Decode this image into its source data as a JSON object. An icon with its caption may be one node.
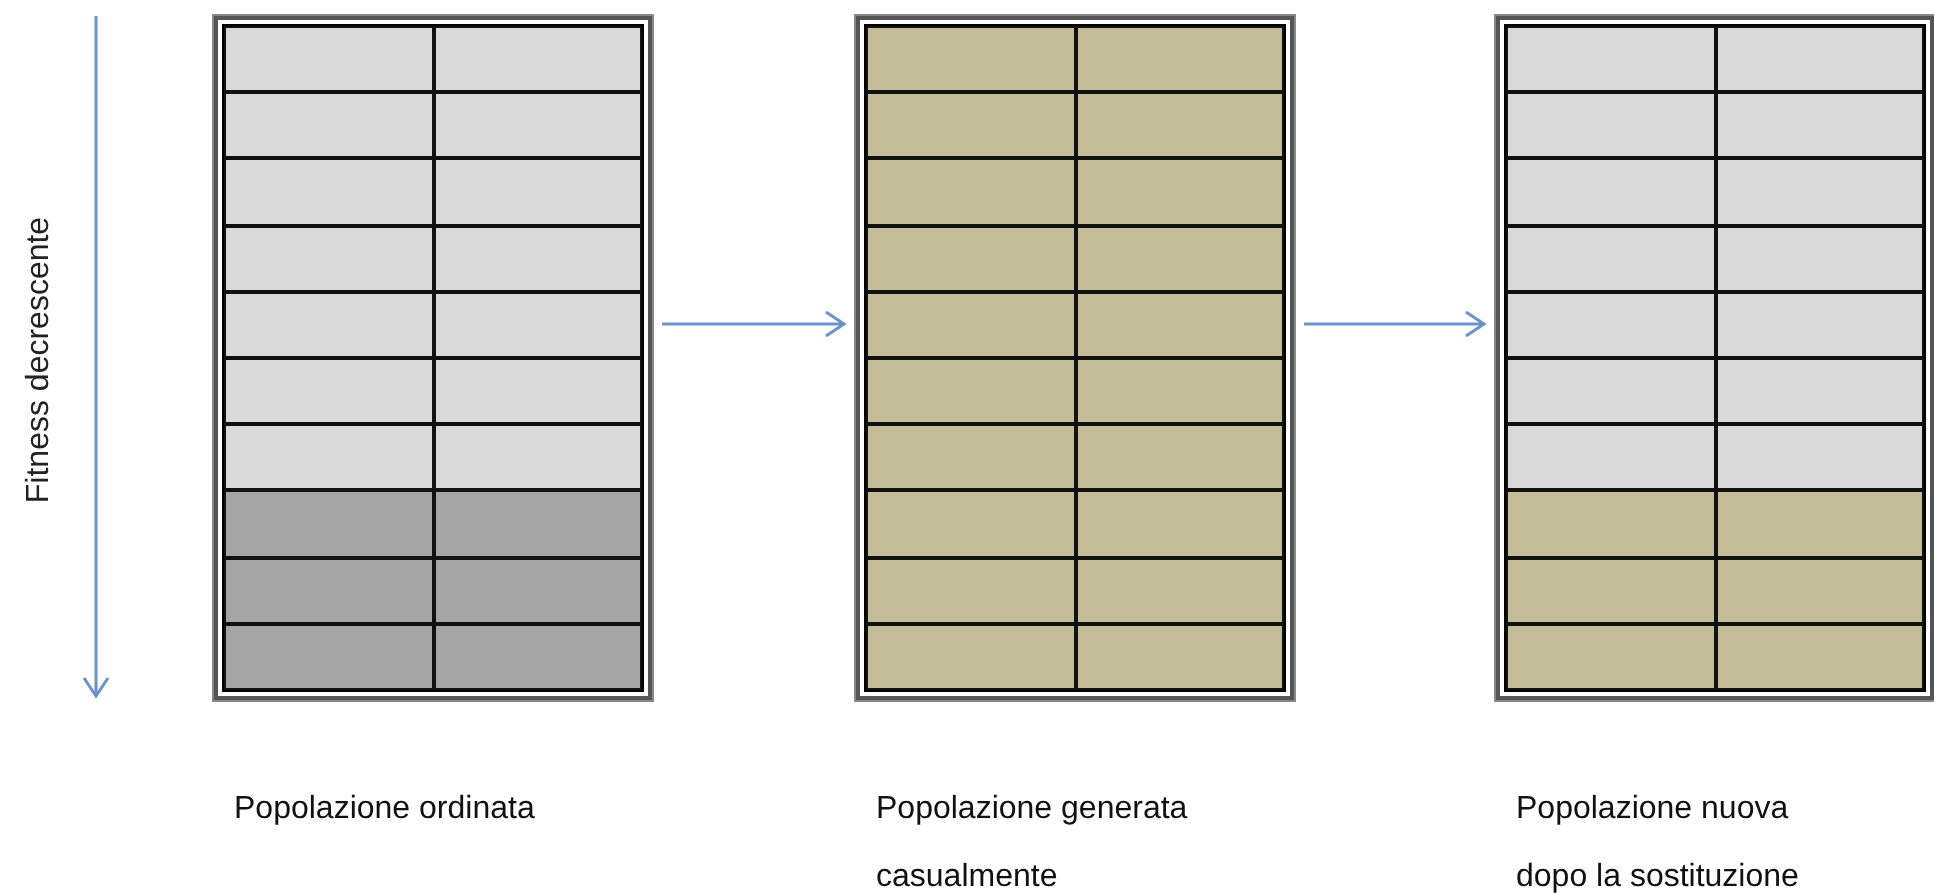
{
  "diagram": {
    "nodes": [
      {
        "text": [],
        "shape": "box",
        "beside": [
          "Popolazione ordinata"
        ]
      },
      {
        "text": [],
        "shape": "box",
        "beside": [
          "Popolazione generata casualmente"
        ]
      },
      {
        "text": [],
        "shape": "box",
        "beside": [
          "Popolazione nuova dopo la sostituzione"
        ]
      }
    ],
    "edges": [
      {
        "from": 0,
        "to": 1,
        "arrow": "to"
      },
      {
        "from": 1,
        "to": 2,
        "arrow": "to"
      }
    ],
    "labels": [
      "Fitness decrescente"
    ]
  }
}
